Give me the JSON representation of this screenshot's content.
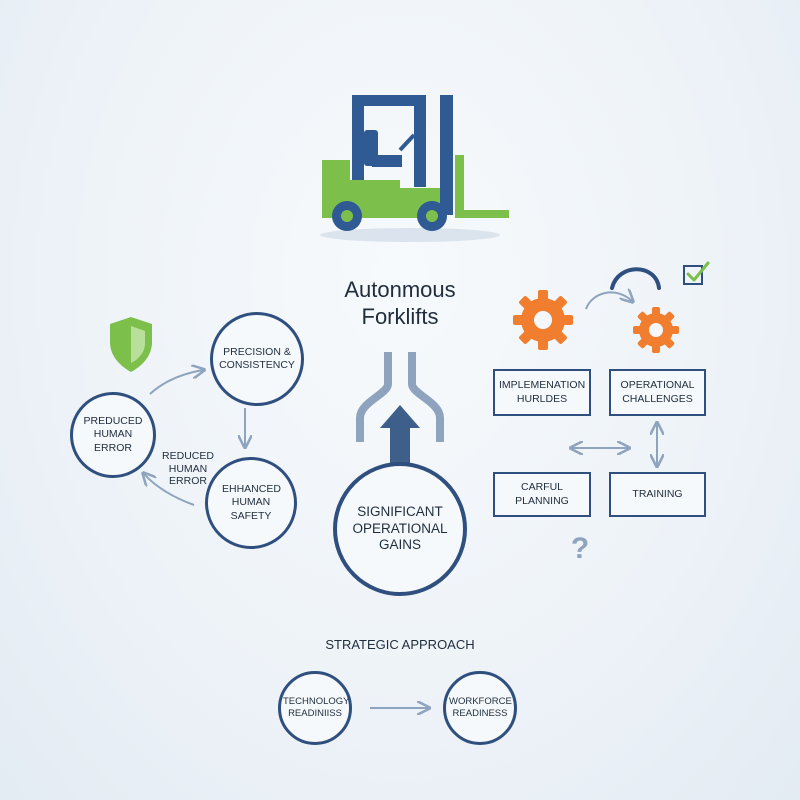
{
  "title": {
    "line1": "Autonmous",
    "line2": "Forklifts"
  },
  "center": {
    "label": "SIGNIFICANT OPERATIONAL GAINS"
  },
  "cycle": {
    "precision": "PRECISION & CONSISTENCY",
    "preduced": "PREDUCED HUMAN ERROR",
    "enhanced": "EHHANCED HUMAN SAFETY",
    "reduced_label": "REDUCED HUMAN ERROR"
  },
  "challenges": {
    "hurdles": "IMPLEMENATION HURLDES",
    "operational": "OPERATIONAL CHALLENGES",
    "planning": "CARFUL PLANNING",
    "training": "TRAINING",
    "question": "?"
  },
  "strategy": {
    "heading": "STRATEGIC APPROACH",
    "technology": "TECHNOLOGY READINIISS",
    "workforce": "WORKFORCE READINESS"
  },
  "colors": {
    "navy": "#2f4f7f",
    "green": "#7cc04b",
    "orange": "#f07e2e",
    "arrow": "#8ea3bd"
  },
  "icons": [
    "forklift-icon",
    "shield-icon",
    "gear-icon",
    "checkbox-icon",
    "question-icon"
  ]
}
